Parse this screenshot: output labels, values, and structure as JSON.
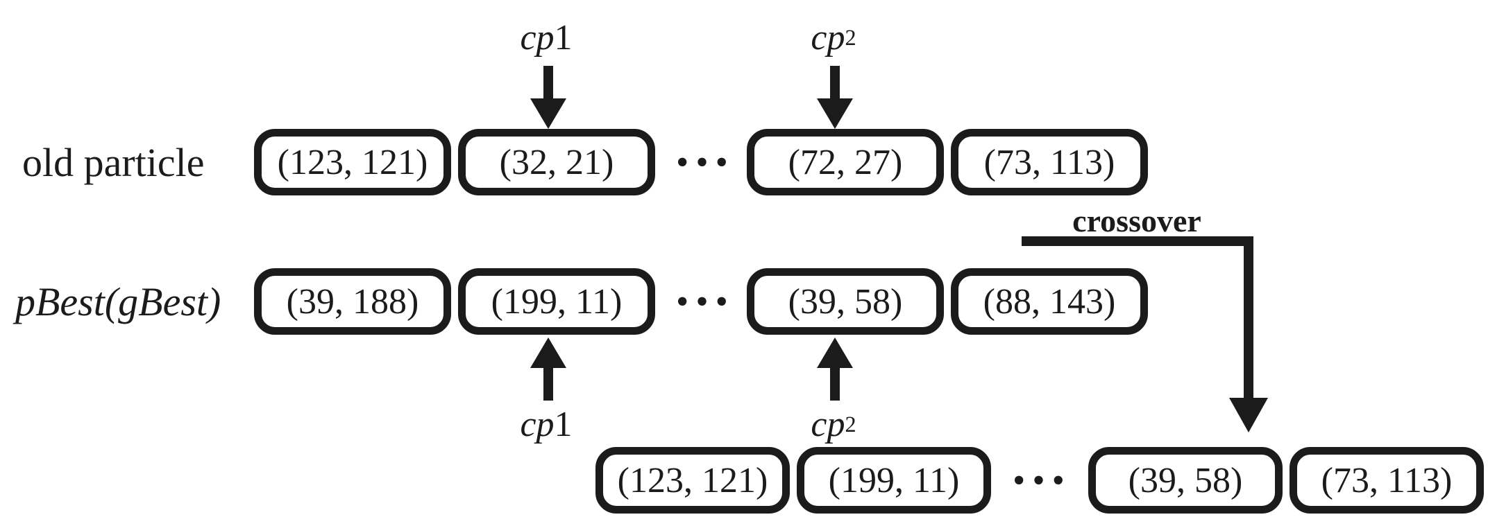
{
  "colors": {
    "ink": "#1b1b1b",
    "background": "#ffffff"
  },
  "labels": {
    "row1": "old particle",
    "row2": "pBest(gBest)",
    "crossover": "crossover",
    "dots": "···"
  },
  "markers": {
    "cp1": {
      "base": "cp",
      "suffix": "1"
    },
    "cp2": {
      "base": "cp",
      "suffix": "2"
    }
  },
  "rows": {
    "old_particle": {
      "cells": [
        "(123, 121)",
        "(32, 21)",
        "(72, 27)",
        "(73, 113)"
      ]
    },
    "pbest": {
      "cells": [
        "(39, 188)",
        "(199, 11)",
        "(39, 58)",
        "(88, 143)"
      ]
    },
    "offspring": {
      "cells": [
        "(123, 121)",
        "(199, 11)",
        "(39, 58)",
        "(73, 113)"
      ]
    }
  }
}
